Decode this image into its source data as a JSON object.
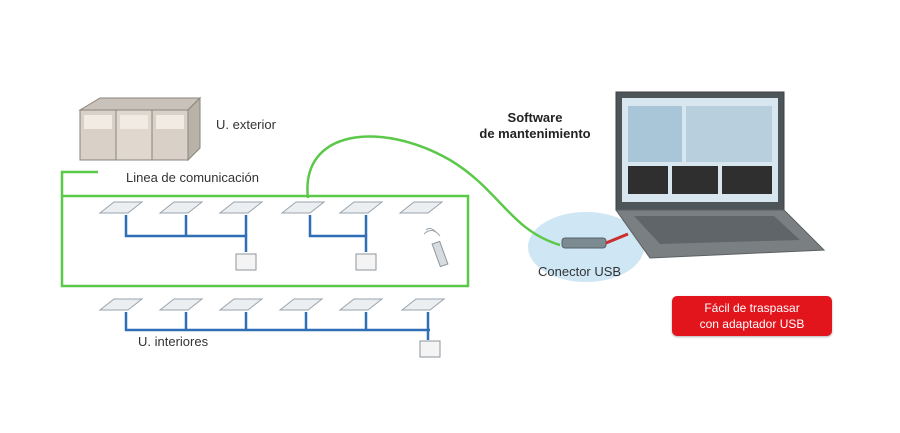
{
  "labels": {
    "outdoor_unit": "U. exterior",
    "comm_line": "Linea de comunicación",
    "software_line1": "Software",
    "software_line2": "de mantenimiento",
    "usb_connector": "Conector USB",
    "indoor_units": "U. interiores"
  },
  "callout": {
    "line1": "Fácil de traspasar",
    "line2": "con adaptador USB"
  },
  "colors": {
    "comm_line": "#5cc84a",
    "local_wiring": "#2f6fb5",
    "callout_bg": "#e2141c",
    "usb_highlight": "#cfe6f5"
  }
}
